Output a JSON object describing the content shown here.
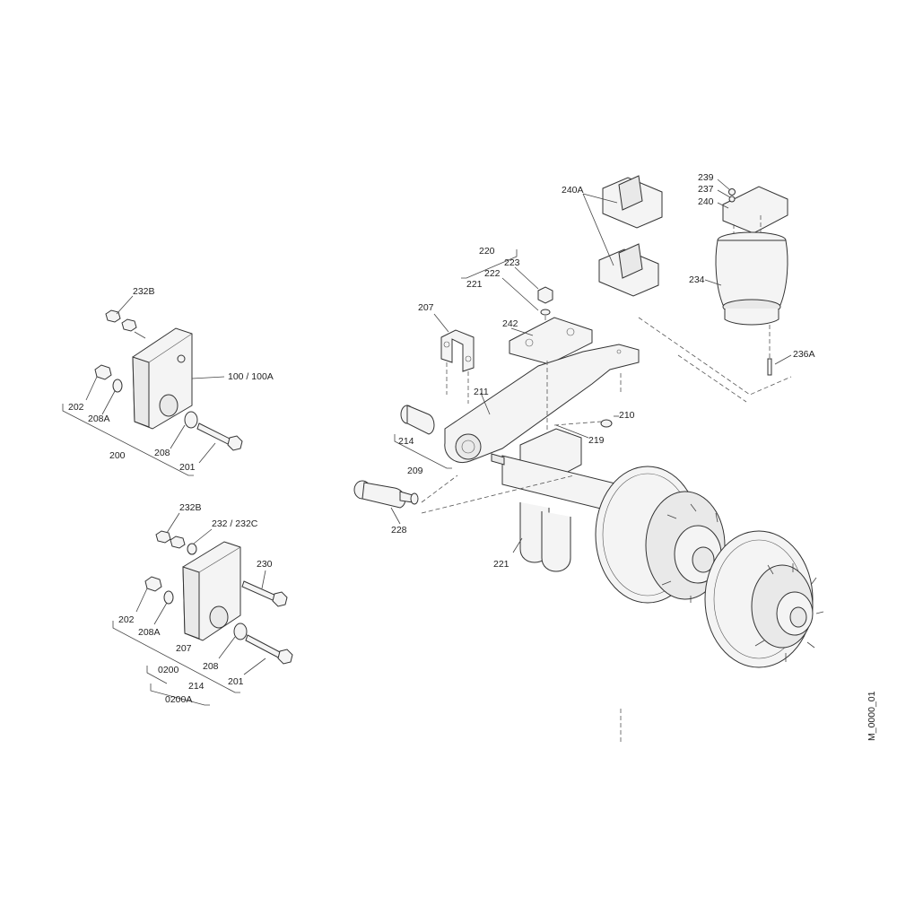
{
  "drawing_id": "M_0000_01",
  "labels": {
    "l232b_a": "232B",
    "l100": "100 / 100A",
    "l202_a": "202",
    "l208a_a": "208A",
    "l200": "200",
    "l208_a": "208",
    "l201_a": "201",
    "l232b_b": "232B",
    "l232_232c": "232 / 232C",
    "l230": "230",
    "l202_b": "202",
    "l208a_b": "208A",
    "l207_b": "207",
    "l0200": "0200",
    "l214_b": "214",
    "l0200a": "0200A",
    "l208_b": "208",
    "l201_b": "201",
    "l240a": "240A",
    "l239": "239",
    "l237": "237",
    "l240": "240",
    "l220": "220",
    "l223": "223",
    "l222": "222",
    "l221_a": "221",
    "l207_a": "207",
    "l242": "242",
    "l234": "234",
    "l236a": "236A",
    "l211": "211",
    "l210": "210",
    "l219": "219",
    "l214_a": "214",
    "l209": "209",
    "l228": "228",
    "l221_b": "221"
  }
}
